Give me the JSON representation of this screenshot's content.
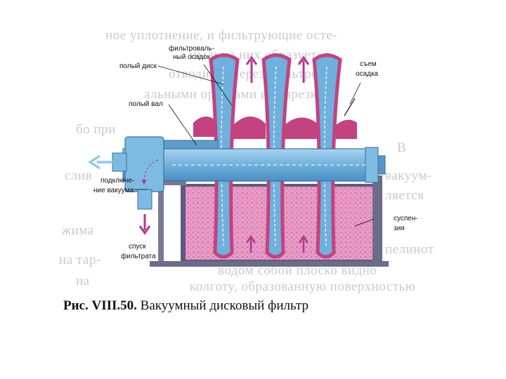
{
  "labels": {
    "hollow_disk": "полый диск",
    "filter_cake_1": "фильтроваль-",
    "filter_cake_2": "ный осадок",
    "cake_removal_1": "съем",
    "cake_removal_2": "осадка",
    "hollow_shaft": "полый вал",
    "vacuum_1": "подключе-",
    "vacuum_2": "ние вакуума",
    "filtrate_1": "спуск",
    "filtrate_2": "фильтрата",
    "suspension_1": "суспен-",
    "suspension_2": "зия"
  },
  "background_text": [
    "ное уплотнение, и фильтрующие осте-",
    "ны и на них образуется",
    "отводится через фильтро-",
    "альными органами из нарезки",
    "бо при",
    "В",
    "слив",
    "вакуум-",
    "ляется",
    "жима",
    "на тар-",
    "пелинот",
    "на",
    "водом собой плоско видно",
    "колготу, образованную поверхностью"
  ],
  "caption": {
    "figure": "Рис. VIII.50.",
    "title": "Вакуумный дисковый фильтр"
  },
  "colors": {
    "suspension": "#e79ac6",
    "cake": "#c2437f",
    "metal": "#73b5dd",
    "metal_dark": "#4a86b8",
    "frame": "#6a6a8a",
    "arrow": "#b23a8c"
  }
}
